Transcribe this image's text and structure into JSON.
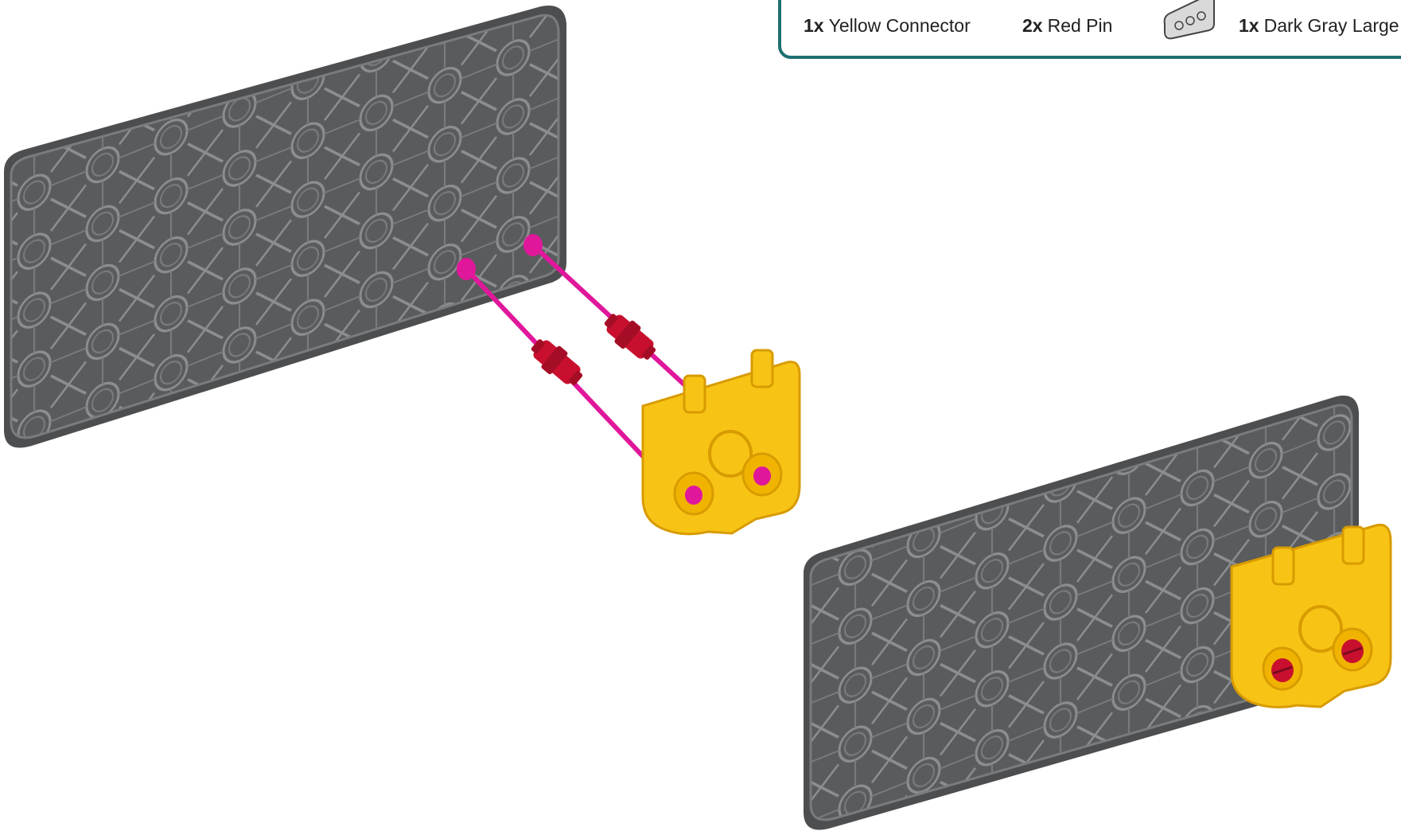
{
  "parts_list": [
    {
      "qty": "1x",
      "name": "Yellow Connector"
    },
    {
      "qty": "2x",
      "name": "Red Pin"
    },
    {
      "qty": "1x",
      "name": "Dark Gray Large Plate"
    }
  ],
  "colors": {
    "plate": "#5a5b5d",
    "plate_line": "#8a8b8d",
    "connector": "#f7c415",
    "connector_dark": "#d89b00",
    "pin": "#c8102e",
    "guide": "#e0179b",
    "border": "#1f6f72"
  },
  "icons": [
    "dark-gray-plate-thumbnail",
    "red-pin",
    "yellow-connector",
    "guide-line"
  ]
}
